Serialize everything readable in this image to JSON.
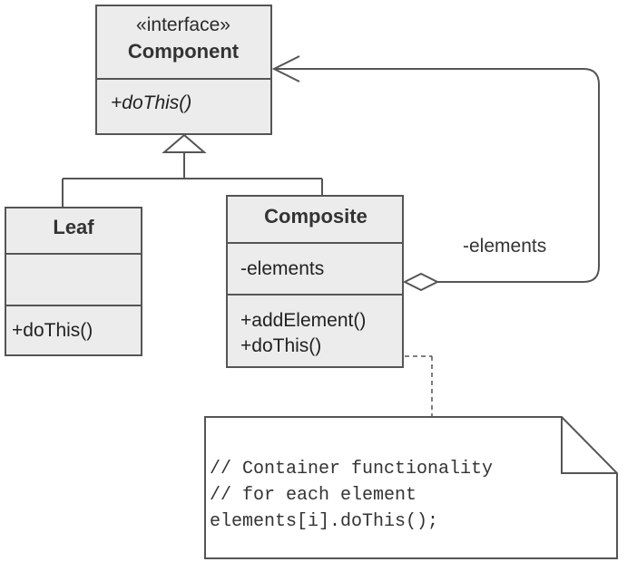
{
  "component": {
    "stereotype": "«interface»",
    "name": "Component",
    "operation": "+doThis()"
  },
  "leaf": {
    "name": "Leaf",
    "attribute": "",
    "operation": "+doThis()"
  },
  "composite": {
    "name": "Composite",
    "attribute": "-elements",
    "operation_1": "+addElement()",
    "operation_2": "+doThis()"
  },
  "association": {
    "label": "-elements"
  },
  "note": {
    "line_1": "// Container functionality",
    "line_2": "// for each element",
    "line_3": "elements[i].doThis();"
  },
  "colors": {
    "box_fill": "#ececec",
    "border": "#555555",
    "note_fill": "#ffffff"
  }
}
